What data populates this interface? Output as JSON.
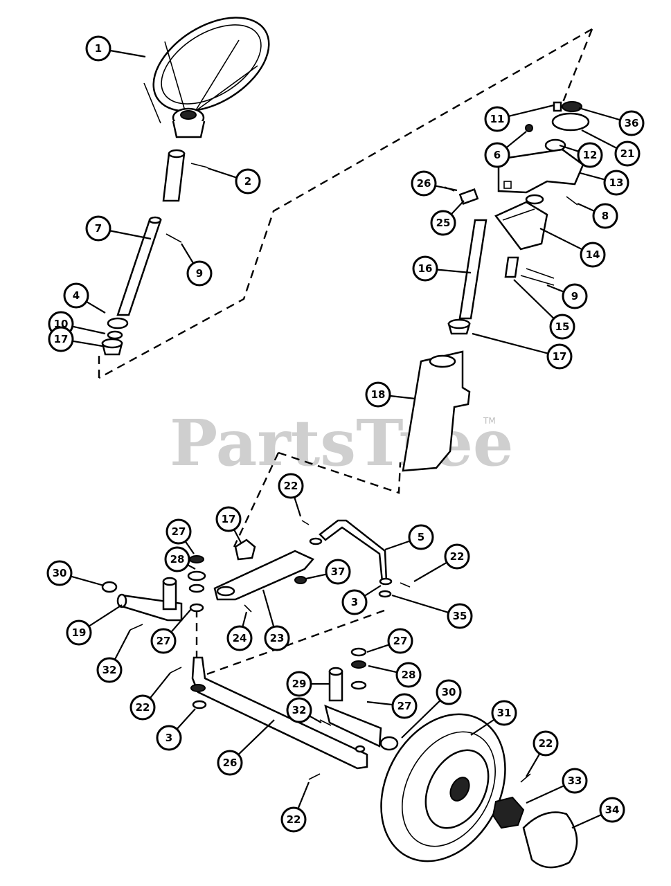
{
  "watermark": {
    "text": "PartsTree",
    "trademark": "TM"
  },
  "callouts": [
    {
      "id": "c1",
      "label": "1"
    },
    {
      "id": "c2",
      "label": "2"
    },
    {
      "id": "c7",
      "label": "7"
    },
    {
      "id": "c9a",
      "label": "9"
    },
    {
      "id": "c4",
      "label": "4"
    },
    {
      "id": "c10",
      "label": "10"
    },
    {
      "id": "c17a",
      "label": "17"
    },
    {
      "id": "c11",
      "label": "11"
    },
    {
      "id": "c36",
      "label": "36"
    },
    {
      "id": "c6",
      "label": "6"
    },
    {
      "id": "c12",
      "label": "12"
    },
    {
      "id": "c21",
      "label": "21"
    },
    {
      "id": "c26a",
      "label": "26"
    },
    {
      "id": "c13",
      "label": "13"
    },
    {
      "id": "c8",
      "label": "8"
    },
    {
      "id": "c25",
      "label": "25"
    },
    {
      "id": "c14",
      "label": "14"
    },
    {
      "id": "c16",
      "label": "16"
    },
    {
      "id": "c9b",
      "label": "9"
    },
    {
      "id": "c15",
      "label": "15"
    },
    {
      "id": "c17b",
      "label": "17"
    },
    {
      "id": "c18",
      "label": "18"
    },
    {
      "id": "c22a",
      "label": "22"
    },
    {
      "id": "c17c",
      "label": "17"
    },
    {
      "id": "c5",
      "label": "5"
    },
    {
      "id": "c27a",
      "label": "27"
    },
    {
      "id": "c28a",
      "label": "28"
    },
    {
      "id": "c30a",
      "label": "30"
    },
    {
      "id": "c37",
      "label": "37"
    },
    {
      "id": "c22b",
      "label": "22"
    },
    {
      "id": "c3a",
      "label": "3"
    },
    {
      "id": "c35",
      "label": "35"
    },
    {
      "id": "c19",
      "label": "19"
    },
    {
      "id": "c27b",
      "label": "27"
    },
    {
      "id": "c24",
      "label": "24"
    },
    {
      "id": "c23",
      "label": "23"
    },
    {
      "id": "c32a",
      "label": "32"
    },
    {
      "id": "c27c",
      "label": "27"
    },
    {
      "id": "c28b",
      "label": "28"
    },
    {
      "id": "c29",
      "label": "29"
    },
    {
      "id": "c27d",
      "label": "27"
    },
    {
      "id": "c22c",
      "label": "22"
    },
    {
      "id": "c32b",
      "label": "32"
    },
    {
      "id": "c30b",
      "label": "30"
    },
    {
      "id": "c31",
      "label": "31"
    },
    {
      "id": "c3b",
      "label": "3"
    },
    {
      "id": "c26b",
      "label": "26"
    },
    {
      "id": "c22d",
      "label": "22"
    },
    {
      "id": "c33",
      "label": "33"
    },
    {
      "id": "c22e",
      "label": "22"
    },
    {
      "id": "c34",
      "label": "34"
    }
  ]
}
